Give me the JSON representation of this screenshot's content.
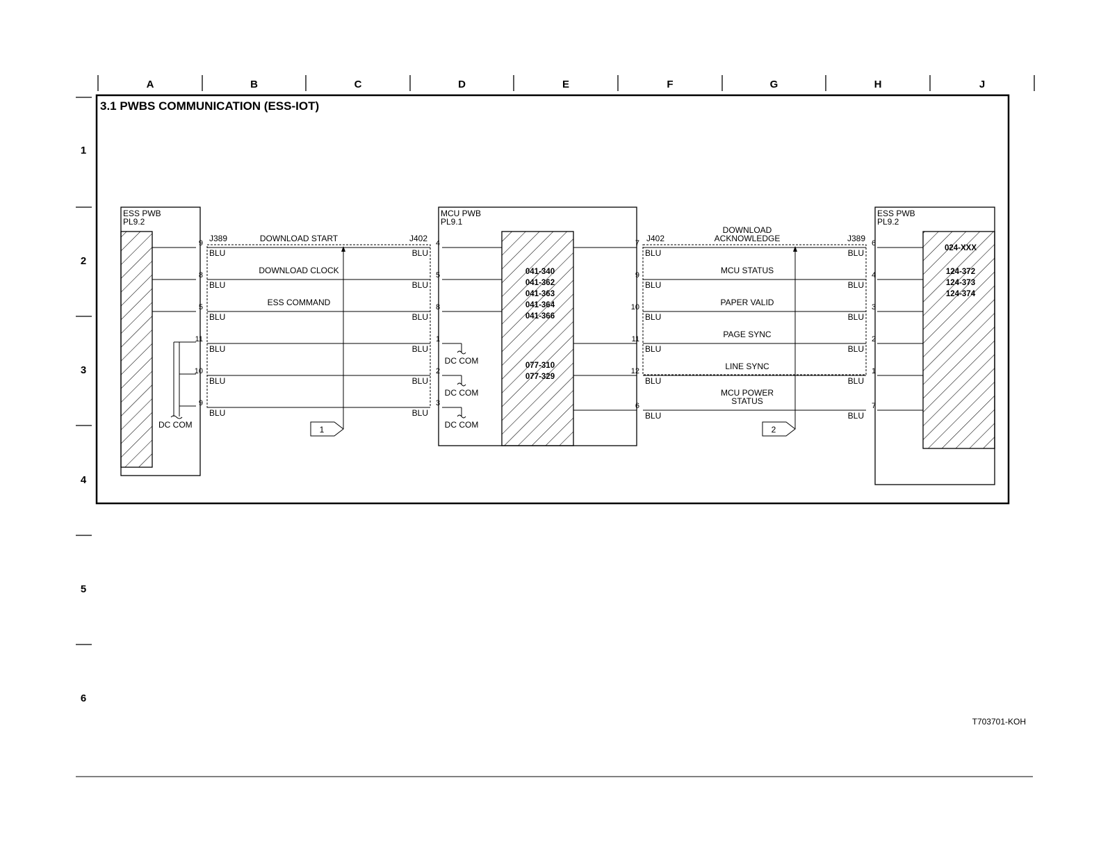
{
  "columns": [
    "A",
    "B",
    "C",
    "D",
    "E",
    "F",
    "G",
    "H",
    "J"
  ],
  "rows": [
    "1",
    "2",
    "3",
    "4",
    "5",
    "6"
  ],
  "title": "3.1 PWBS COMMUNICATION (ESS-IOT)",
  "drawing_id": "T703701-KOH",
  "ess_left": {
    "name": "ESS PWB",
    "ref": "PL9.2",
    "connector": "J389"
  },
  "mcu": {
    "name": "MCU PWB",
    "ref": "PL9.1",
    "connector_left": "J402",
    "connector_right": "J402",
    "codes_top": [
      "041-340",
      "041-362",
      "041-363",
      "041-364",
      "041-366"
    ],
    "codes_bottom": [
      "077-310",
      "077-329"
    ]
  },
  "ess_right": {
    "name": "ESS PWB",
    "ref": "PL9.2",
    "connector": "J389",
    "codes": [
      "024-XXX",
      "124-372",
      "124-373",
      "124-374"
    ]
  },
  "wire_color": "BLU",
  "dc_com": "DC COM",
  "left_wires": [
    {
      "signal": "DOWNLOAD START",
      "pin_ess": "9",
      "pin_mcu": "4"
    },
    {
      "signal": "DOWNLOAD CLOCK",
      "pin_ess": "8",
      "pin_mcu": "5"
    },
    {
      "signal": "ESS COMMAND",
      "pin_ess": "5",
      "pin_mcu": "8"
    },
    {
      "signal": "",
      "pin_ess": "11",
      "pin_mcu": "1"
    },
    {
      "signal": "",
      "pin_ess": "10",
      "pin_mcu": "2"
    },
    {
      "signal": "",
      "pin_ess": "9",
      "pin_mcu": "3"
    }
  ],
  "right_wires": [
    {
      "signal": [
        "DOWNLOAD",
        "ACKNOWLEDGE"
      ],
      "pin_mcu": "7",
      "pin_ess": "6"
    },
    {
      "signal": [
        "MCU STATUS"
      ],
      "pin_mcu": "9",
      "pin_ess": "4"
    },
    {
      "signal": [
        "PAPER VALID"
      ],
      "pin_mcu": "10",
      "pin_ess": "3"
    },
    {
      "signal": [
        "PAGE SYNC"
      ],
      "pin_mcu": "11",
      "pin_ess": "2"
    },
    {
      "signal": [
        "LINE SYNC"
      ],
      "pin_mcu": "12",
      "pin_ess": "1"
    },
    {
      "signal": [
        "MCU POWER",
        "STATUS"
      ],
      "pin_mcu": "6",
      "pin_ess": "7"
    }
  ],
  "markers": [
    "1",
    "2"
  ]
}
